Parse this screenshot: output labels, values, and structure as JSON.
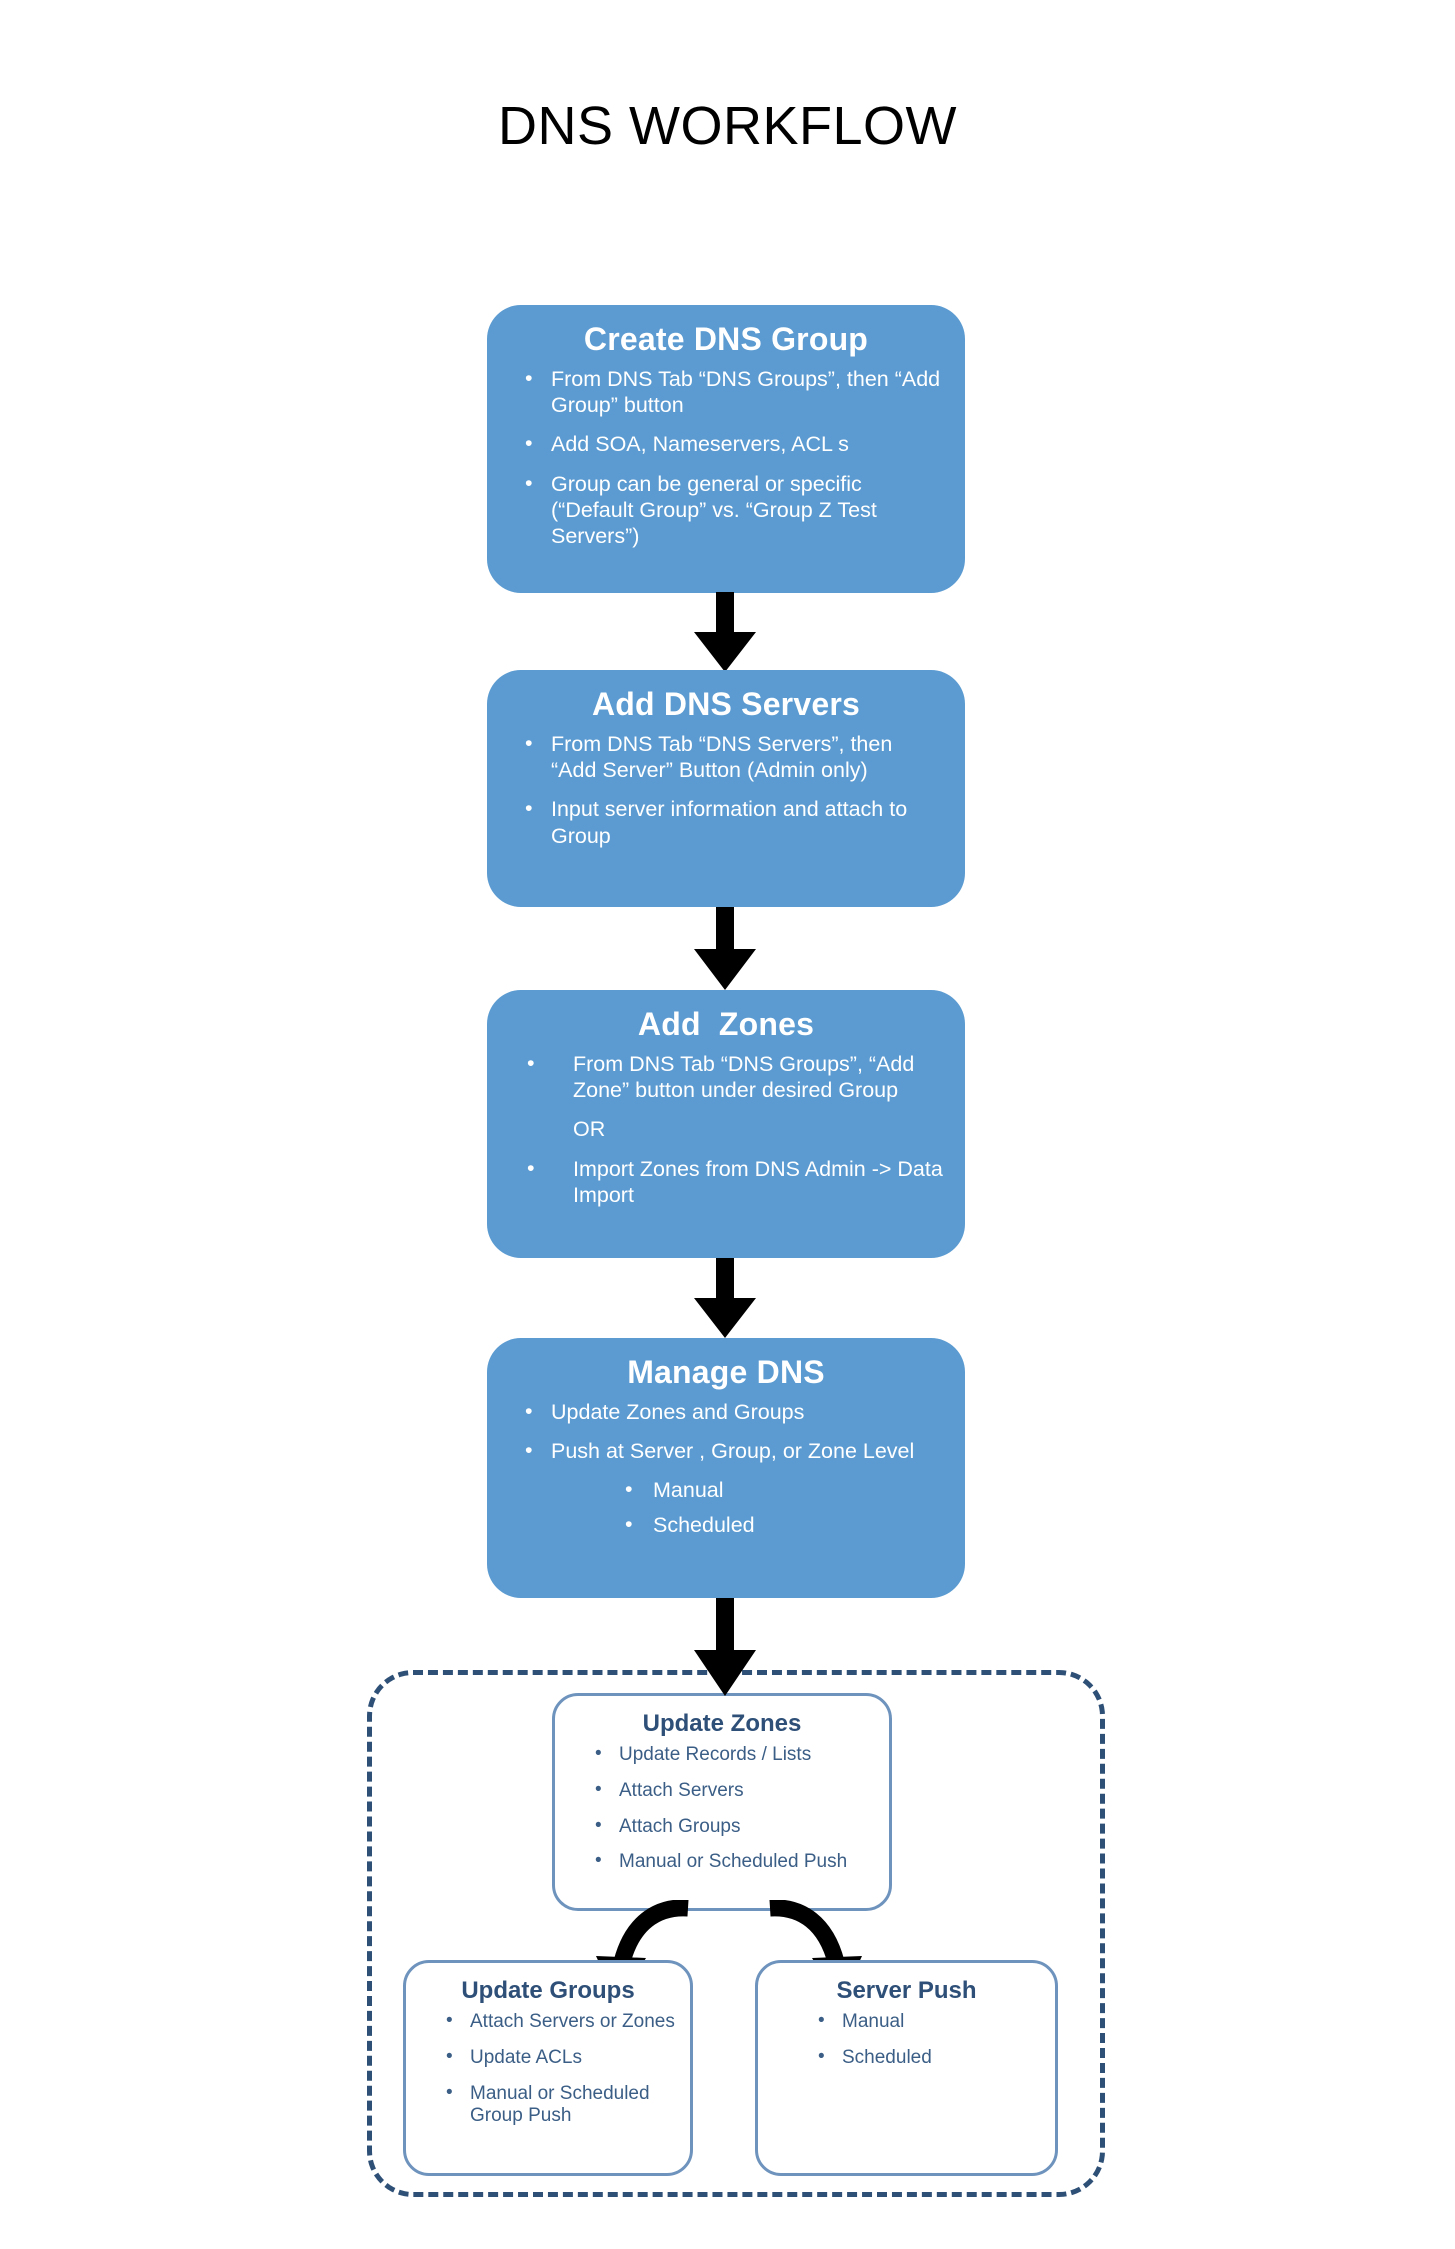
{
  "title": "DNS WORKFLOW",
  "colors": {
    "stage_fill": "#5B9BD1",
    "stage_text": "#FFFFFF",
    "outline_border": "#6E93BD",
    "outline_text": "#2E4F77",
    "dashed_border": "#2E5077",
    "arrow": "#000000",
    "background": "#FFFFFF"
  },
  "bullet_glyph": "•",
  "stages": [
    {
      "id": "create-dns-group",
      "title": "Create DNS Group",
      "bullets": [
        "From DNS Tab “DNS Groups”, then “Add Group” button",
        "Add SOA, Nameservers, ACL s",
        "Group can be general or specific (“Default Group” vs. “Group Z Test Servers”)"
      ]
    },
    {
      "id": "add-dns-servers",
      "title": "Add DNS Servers",
      "bullets": [
        "From DNS Tab “DNS Servers”, then “Add Server” Button (Admin only)",
        "Input server information and attach to Group"
      ]
    },
    {
      "id": "add-zones",
      "title": "Add  Zones",
      "bullets": [
        "From DNS Tab “DNS Groups”, “Add Zone” button under desired Group",
        "Import Zones from DNS Admin -> Data Import"
      ],
      "separator": "OR"
    },
    {
      "id": "manage-dns",
      "title": "Manage DNS",
      "bullets": [
        "Update Zones and Groups",
        "Push at Server , Group, or Zone Level"
      ],
      "sub_bullets": [
        "Manual",
        "Scheduled"
      ]
    }
  ],
  "detail_boxes": [
    {
      "id": "update-zones",
      "title": "Update Zones",
      "bullets": [
        "Update Records / Lists",
        "Attach Servers",
        "Attach Groups",
        "Manual or Scheduled Push"
      ]
    },
    {
      "id": "update-groups",
      "title": "Update Groups",
      "bullets": [
        "Attach Servers or Zones",
        "Update ACLs",
        "Manual or Scheduled Group Push"
      ]
    },
    {
      "id": "server-push",
      "title": "Server Push",
      "bullets": [
        "Manual",
        "Scheduled"
      ]
    }
  ]
}
